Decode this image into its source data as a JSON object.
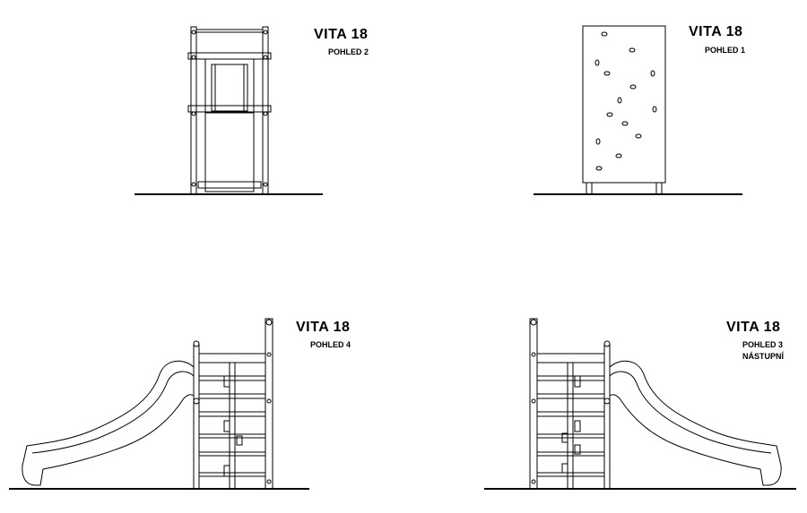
{
  "views": [
    {
      "title": "VITA 18",
      "subtitle": "POHLED 2",
      "subtitle2": ""
    },
    {
      "title": "VITA 18",
      "subtitle": "POHLED 1",
      "subtitle2": ""
    },
    {
      "title": "VITA 18",
      "subtitle": "POHLED 4",
      "subtitle2": ""
    },
    {
      "title": "VITA 18",
      "subtitle": "POHLED 3",
      "subtitle2": "NÁSTUPNÍ"
    }
  ]
}
